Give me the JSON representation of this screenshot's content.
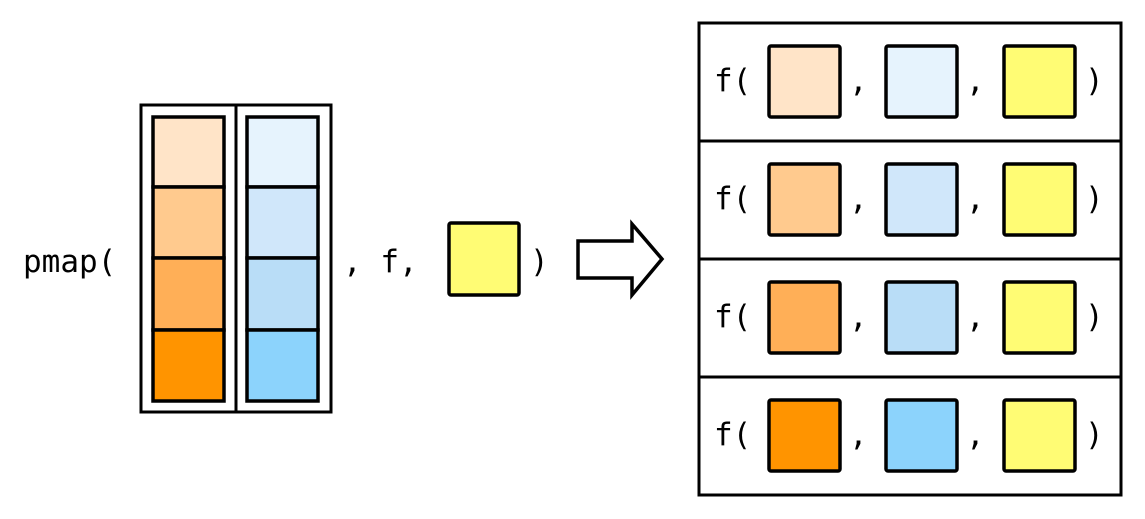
{
  "left": {
    "call_open": "pmap(",
    "separator_f": ", f,",
    "call_close": ")"
  },
  "right": {
    "func_open": "f(",
    "comma": ",",
    "func_close": ")"
  },
  "colors": {
    "orange": [
      "#FFE4C8",
      "#FFCA8E",
      "#FFAF57",
      "#FF9400"
    ],
    "blue": [
      "#E6F3FD",
      "#D0E7FA",
      "#B9DDF7",
      "#8CD3FC"
    ],
    "yellow": "#FFFC74",
    "stroke": "#000000"
  },
  "arrow_icon": "right-block-arrow-icon"
}
